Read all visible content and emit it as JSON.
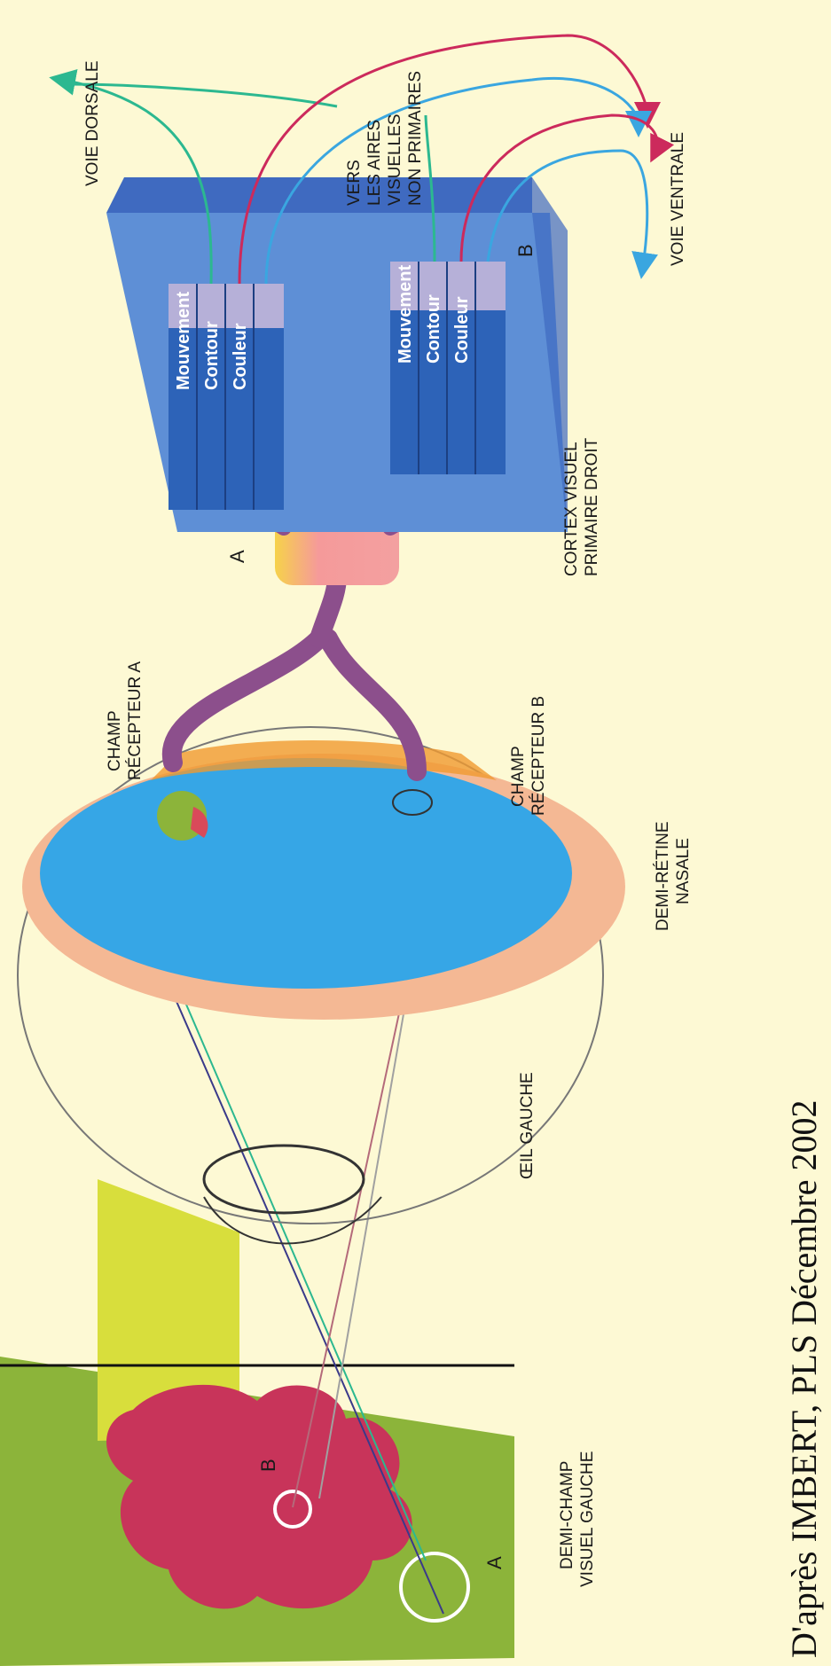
{
  "labels": {
    "hemifield": [
      "DEMI-CHAMP",
      "VISUEL GAUCHE"
    ],
    "left_eye": "ŒIL GAUCHE",
    "hemiretina": [
      "DEMI-RÉTINE",
      "NASALE"
    ],
    "receptive_field_a": [
      "CHAMP",
      "RÉCEPTEUR A"
    ],
    "receptive_field_b": [
      "CHAMP",
      "RÉCEPTEUR B"
    ],
    "cortex": [
      "CORTEX VISUEL",
      "PRIMAIRE DROIT"
    ],
    "non_primary": [
      "VERS",
      "LES AIRES",
      "VISUELLES",
      "NON PRIMAIRES"
    ],
    "dorsal": "VOIE DORSALE",
    "ventral": "VOIE VENTRALE",
    "point_a": "A",
    "point_b": "B",
    "column_a": "A",
    "column_b": "B"
  },
  "column_a_cells": [
    "Mouvement",
    "Contour",
    "Couleur"
  ],
  "column_b_cells": [
    "Mouvement",
    "Contour",
    "Couleur"
  ],
  "credit": "D'après IMBERT, PLS Décembre 2002",
  "colors": {
    "background": "#fdf9d4",
    "field": "#8cb43a",
    "light_cone": "#d8de3c",
    "object": "#c8345a",
    "retina": "#36a6e6",
    "retina_rim": "#f4b894",
    "nerve": "#8c4f8c",
    "lgn": "#f59a9a",
    "cortex": "#5e8fd6",
    "cortex_dark": "#3f6ac0",
    "cell": "#2d63b8",
    "dorsal_path": "#2cb890",
    "ventral_path_red": "#cc2a5c",
    "ventral_path_blue": "#3aa6e0"
  }
}
